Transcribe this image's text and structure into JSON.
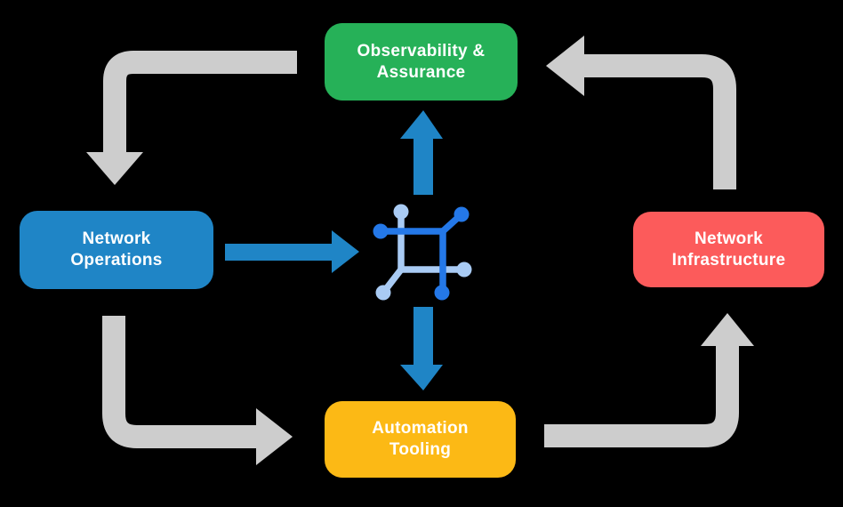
{
  "diagram": {
    "title": "network automation cycle",
    "background": "#000000",
    "nodes": [
      {
        "id": "observability-assurance",
        "line1": "Observability &",
        "line2": "Assurance",
        "color": "#26B158"
      },
      {
        "id": "network-operations",
        "line1": "Network",
        "line2": "Operations",
        "color": "#1F85C6"
      },
      {
        "id": "network-infrastructure",
        "line1": "Network",
        "line2": "Infrastructure",
        "color": "#FC5B5B"
      },
      {
        "id": "automation-tooling",
        "line1": "Automation",
        "line2": "Tooling",
        "color": "#FCB915"
      }
    ],
    "edges": [
      {
        "from": "observability-assurance",
        "to": "network-operations",
        "style": "gray-elbow",
        "direction": "down"
      },
      {
        "from": "network-operations",
        "to": "automation-tooling",
        "style": "gray-elbow",
        "direction": "right"
      },
      {
        "from": "automation-tooling",
        "to": "network-infrastructure",
        "style": "gray-elbow",
        "direction": "up"
      },
      {
        "from": "network-infrastructure",
        "to": "observability-assurance",
        "style": "gray-elbow",
        "direction": "left"
      },
      {
        "from": "network-operations",
        "to": "center-icon",
        "style": "blue-flow",
        "direction": "right"
      },
      {
        "from": "center-icon",
        "to": "observability-assurance",
        "style": "blue-flow",
        "direction": "up"
      },
      {
        "from": "center-icon",
        "to": "automation-tooling",
        "style": "blue-flow",
        "direction": "down"
      }
    ],
    "center_icon": "network-mesh-icon",
    "colors": {
      "cycle_arrow": "#CDCDCD",
      "flow_arrow": "#1F85C6",
      "icon_dark": "#2478E8",
      "icon_light": "#A9CBF4",
      "text": "#FFFFFF"
    }
  }
}
